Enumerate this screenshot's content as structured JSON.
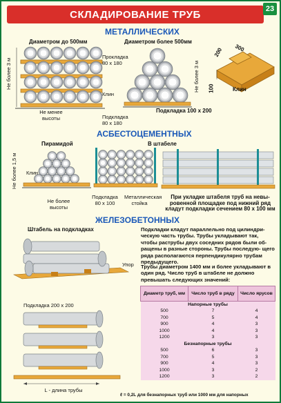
{
  "header": {
    "title": "СКЛАДИРОВАНИЕ ТРУБ",
    "page_number": "23"
  },
  "sections": {
    "metal": "МЕТАЛЛИЧЕСКИХ",
    "asbestos": "АСБЕСТОЦЕМЕНТНЫХ",
    "concrete": "ЖЕЛЕЗОБЕТОННЫХ"
  },
  "metal": {
    "diam_small": "Диаметром до 500мм",
    "diam_large": "Диаметром более 500мм",
    "height_3m": "Не более 3 м",
    "height_3m_b": "Не более 3 м",
    "spacer_label": "Прокладка 80 х 180",
    "wedge_label": "Клин",
    "min_height": "Не менее высоты",
    "spacer_label_b": "Подкладка 80 х 180",
    "spacer_100": "Подкладка 100 х 200",
    "wedge_detail": "Клин",
    "dim_200": "200",
    "dim_300": "300",
    "dim_100": "100"
  },
  "asbestos": {
    "pyramid": "Пирамидой",
    "stack": "В штабеле",
    "height_15": "Не более 1,5 м",
    "wedge": "Клин",
    "max_height": "Не более высоты",
    "spacer": "Подкладка 80 х 100",
    "metal_post": "Металлическая стойка",
    "note": "При укладке штабеля труб на невы- ровенной площадке под нижний ряд кладут подкладки сечением 80 х 100 мм"
  },
  "concrete": {
    "stack_spacers": "Штабель на подкладках",
    "stop": "Упор",
    "spacer_200": "Подкладка 200 х 200",
    "length": "L - длина трубы",
    "para1": "Подкладки кладут параллельно под цилиндри- ческую часть трубы. Трубы укладывают так, чтобы раструбы двух соседних рядов были об- ращены в разные стороны. Трубы последую- щего ряда располагаются перпендикулярно трубам предыдущего.",
    "para2": "Трубы диаметром 1400 мм и более укладывают в один ряд. Число труб в штабеле не должно превышать следующих значений:",
    "footnote": "ℓ = 0,2L для безнапорных труб или 1000 мм для напорных"
  },
  "table": {
    "col1": "Диаметр труб, мм",
    "col2": "Число труб в ряду",
    "col3": "Число ярусов",
    "group1": "Напорные трубы",
    "group2": "Безнапорные трубы",
    "pressure_rows": [
      [
        "500",
        "7",
        "4"
      ],
      [
        "700",
        "5",
        "4"
      ],
      [
        "900",
        "4",
        "3"
      ],
      [
        "1000",
        "4",
        "3"
      ],
      [
        "1200",
        "3",
        "3"
      ]
    ],
    "gravity_rows": [
      [
        "500",
        "6",
        "3"
      ],
      [
        "700",
        "5",
        "3"
      ],
      [
        "900",
        "4",
        "3"
      ],
      [
        "1000",
        "3",
        "2"
      ],
      [
        "1200",
        "3",
        "2"
      ]
    ]
  }
}
